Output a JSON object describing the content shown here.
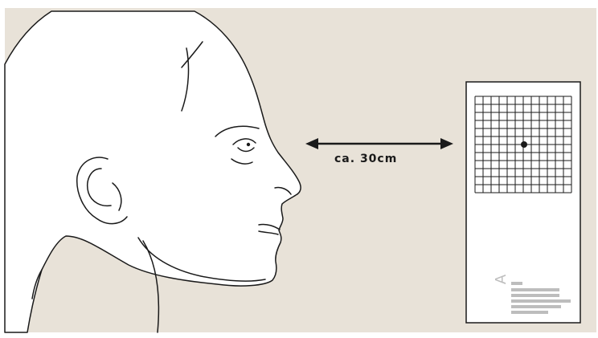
{
  "diagram": {
    "distance_label": "ca. 30cm",
    "chart_letter": "A",
    "colors": {
      "background": "#e8e2d8",
      "stroke": "#1a1a1a",
      "card": "#ffffff",
      "text_lines": "#bdbdbd"
    },
    "icons": [
      "face-profile",
      "double-arrow",
      "amsler-grid-card"
    ]
  }
}
